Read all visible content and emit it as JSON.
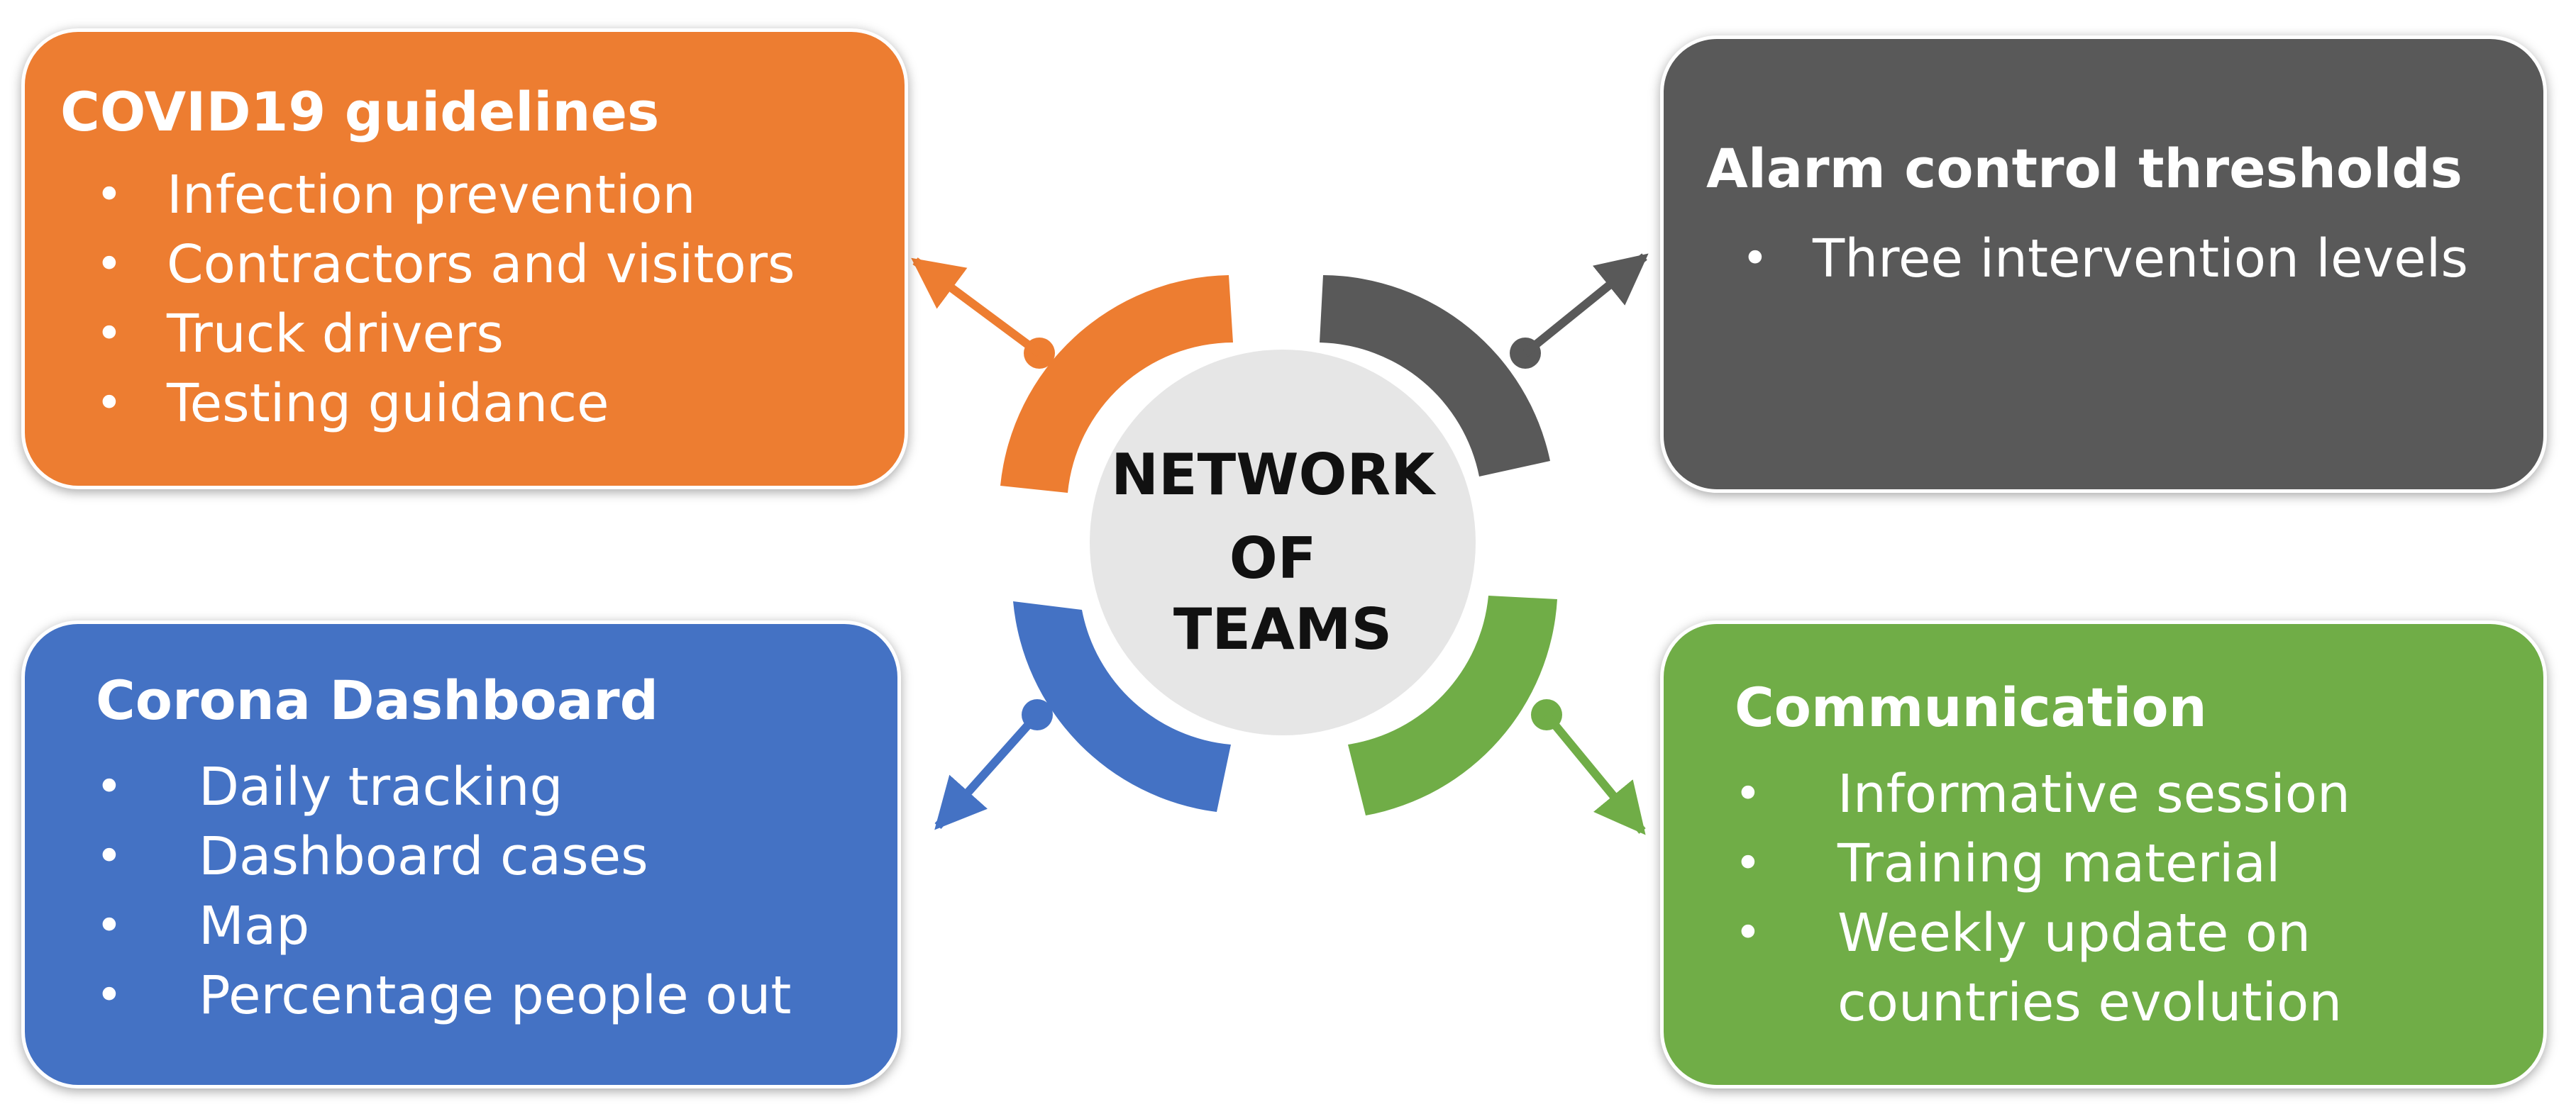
{
  "hub": {
    "lines": [
      "NETWORK",
      "OF",
      "TEAMS"
    ]
  },
  "boxes": {
    "covid": {
      "color": "#ED7D31",
      "title": "COVID19 guidelines",
      "items": [
        "Infection prevention",
        "Contractors and visitors",
        "Truck drivers",
        "Testing guidance"
      ]
    },
    "alarm": {
      "color": "#595959",
      "title": "Alarm control thresholds",
      "items": [
        "Three intervention levels"
      ]
    },
    "dashboard": {
      "color": "#4472C4",
      "title": "Corona Dashboard",
      "items": [
        "Daily tracking",
        "Dashboard cases",
        "Map",
        "Percentage people out"
      ]
    },
    "comm": {
      "color": "#70AD47",
      "title": "Communication",
      "items": [
        "Informative session",
        "Training material",
        "Weekly update on",
        "countries evolution"
      ]
    }
  },
  "bullet_glyph": "•",
  "hub_circle_color": "#E6E6E6"
}
